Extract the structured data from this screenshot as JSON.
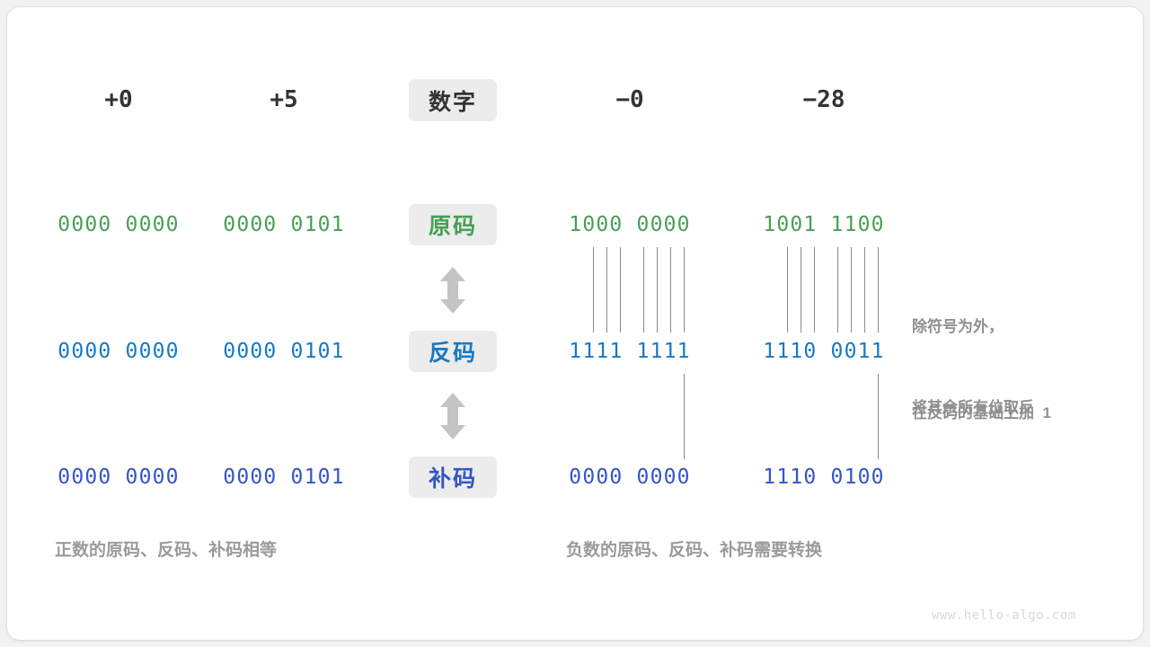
{
  "card": {
    "background": "#ffffff",
    "page_background": "#f2f2f2"
  },
  "colors": {
    "sign_magnitude": "#479f55",
    "ones_complement": "#1779c4",
    "twos_complement": "#3455c8",
    "header_text": "#333333",
    "annotation": "#909090",
    "chip_background": "#ececec",
    "connector_line": "#8a8a8a",
    "arrow": "#c4c4c4",
    "watermark": "#d8d8d8"
  },
  "header": {
    "row_label": "数字",
    "columns": [
      {
        "name": "plus-zero",
        "value": "+0"
      },
      {
        "name": "plus-five",
        "value": "+5"
      },
      {
        "name": "minus-zero",
        "value": "−0"
      },
      {
        "name": "minus-28",
        "value": "−28"
      }
    ]
  },
  "rows": [
    {
      "key": "sign-magnitude",
      "label": "原码",
      "values": {
        "plus_zero": "0000 0000",
        "plus_five": "0000 0101",
        "minus_zero": "1000 0000",
        "minus_28": "1001 1100"
      }
    },
    {
      "key": "ones-complement",
      "label": "反码",
      "values": {
        "plus_zero": "0000 0000",
        "plus_five": "0000 0101",
        "minus_zero": "1111 1111",
        "minus_28": "1110 0011"
      }
    },
    {
      "key": "twos-complement",
      "label": "补码",
      "values": {
        "plus_zero": "0000 0000",
        "plus_five": "0000 0101",
        "minus_zero": "0000 0000",
        "minus_28": "1110 0100"
      }
    }
  ],
  "annotations": {
    "invert_line1": "除符号为外，",
    "invert_line2": "将其余所有位取反",
    "add_one": "在反码的基础上加  1"
  },
  "captions": {
    "positive": "正数的原码、反码、补码相等",
    "negative": "负数的原码、反码、补码需要转换"
  },
  "watermark": "www.hello-algo.com"
}
